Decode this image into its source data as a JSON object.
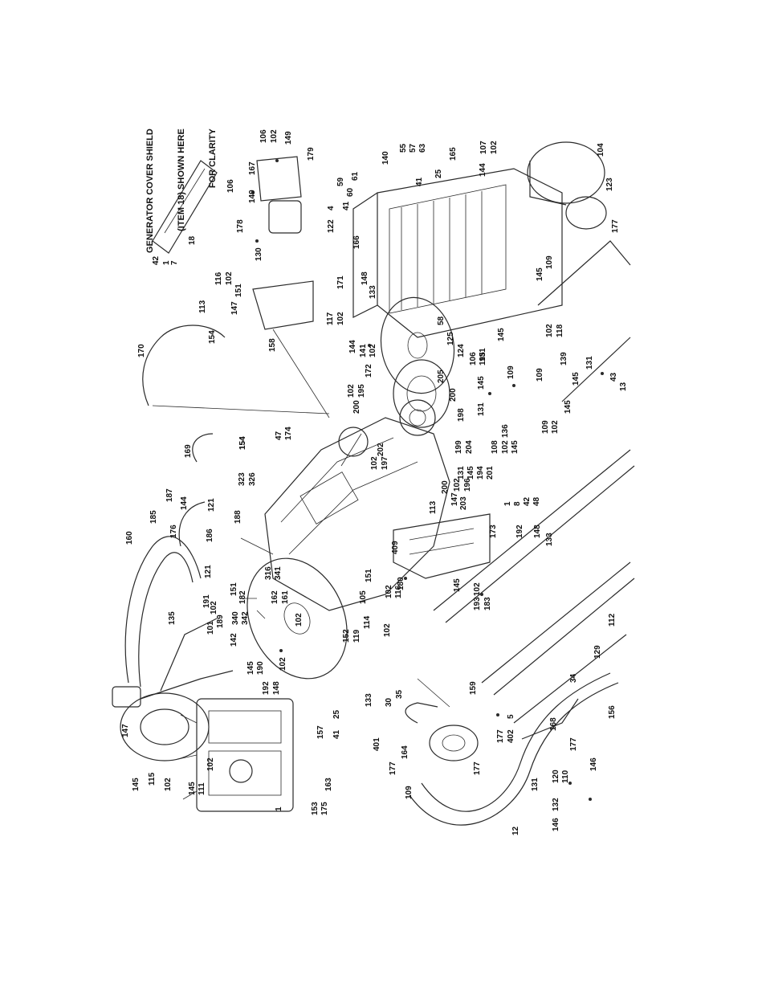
{
  "note": {
    "line1": "GENERATOR COVER SHIELD",
    "line2": "(ITEM 18) SHOWN HERE",
    "line3": "FOR CLARITY"
  },
  "callouts": [
    "42",
    "1",
    "7",
    "18",
    "106",
    "149",
    "167",
    "178",
    "130",
    "122",
    "179",
    "106",
    "102",
    "149",
    "4",
    "41",
    "59",
    "60",
    "61",
    "140",
    "55",
    "57",
    "63",
    "41",
    "25",
    "165",
    "166",
    "107",
    "102",
    "144",
    "104",
    "123",
    "177",
    "109",
    "145",
    "116",
    "102",
    "151",
    "113",
    "147",
    "171",
    "148",
    "133",
    "117",
    "102",
    "58",
    "125",
    "124",
    "145",
    "131",
    "102",
    "118",
    "139",
    "131",
    "43",
    "13",
    "145",
    "109",
    "154",
    "170",
    "158",
    "144",
    "141",
    "102",
    "172",
    "200",
    "102",
    "195",
    "205",
    "200",
    "106",
    "195",
    "145",
    "109",
    "198",
    "199",
    "204",
    "131",
    "136",
    "109",
    "102",
    "145",
    "108",
    "102",
    "145",
    "131",
    "145",
    "194",
    "201",
    "102",
    "196",
    "200",
    "203",
    "154",
    "47",
    "174",
    "202",
    "102",
    "197",
    "169",
    "154",
    "323",
    "326",
    "187",
    "144",
    "185",
    "121",
    "188",
    "176",
    "186",
    "160",
    "113",
    "147",
    "409",
    "1",
    "8",
    "42",
    "48",
    "173",
    "192",
    "148",
    "133",
    "121",
    "316",
    "341",
    "151",
    "180",
    "151",
    "102",
    "116",
    "145",
    "102",
    "193",
    "183",
    "191",
    "182",
    "189",
    "102",
    "340",
    "342",
    "162",
    "161",
    "105",
    "101",
    "135",
    "142",
    "102",
    "152",
    "119",
    "114",
    "102",
    "145",
    "190",
    "102",
    "192",
    "148",
    "133",
    "30",
    "35",
    "159",
    "34",
    "129",
    "112",
    "147",
    "157",
    "25",
    "41",
    "5",
    "402",
    "177",
    "401",
    "164",
    "177",
    "156",
    "168",
    "177",
    "177",
    "109",
    "131",
    "145",
    "115",
    "102",
    "145",
    "111",
    "102",
    "153",
    "175",
    "163",
    "1",
    "12",
    "120",
    "110",
    "146",
    "146",
    "132"
  ]
}
